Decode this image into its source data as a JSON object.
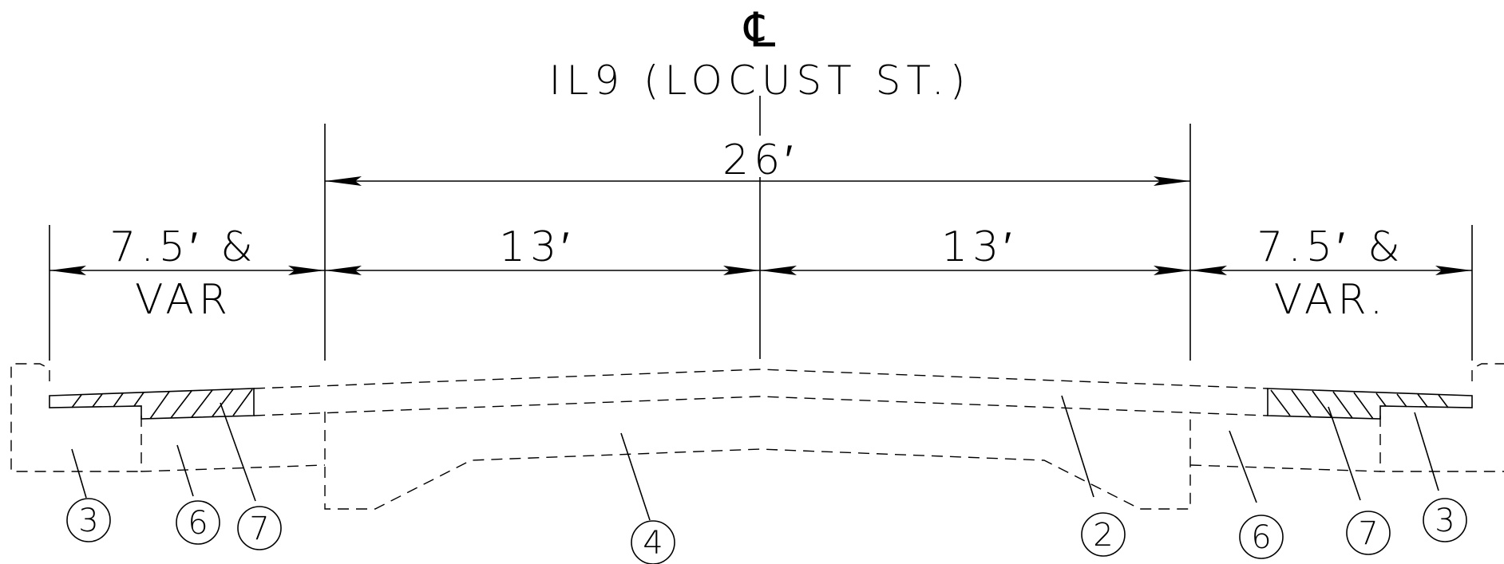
{
  "centerline": {
    "symbol": "℄",
    "label": "IL9 (LOCUST ST.)"
  },
  "dimensions": {
    "overall": "26′",
    "lane_left": "13′",
    "lane_right": "13′",
    "shoulder_left_line1": "7.5′ &",
    "shoulder_left_line2": "VAR",
    "shoulder_right_line1": "7.5′ &",
    "shoulder_right_line2": "VAR."
  },
  "callouts": [
    {
      "id": "callout-3-left",
      "number": "3"
    },
    {
      "id": "callout-6-left",
      "number": "6"
    },
    {
      "id": "callout-7-left",
      "number": "7"
    },
    {
      "id": "callout-4",
      "number": "4"
    },
    {
      "id": "callout-2",
      "number": "2"
    },
    {
      "id": "callout-6-right",
      "number": "6"
    },
    {
      "id": "callout-7-right",
      "number": "7"
    },
    {
      "id": "callout-3-right",
      "number": "3"
    }
  ]
}
